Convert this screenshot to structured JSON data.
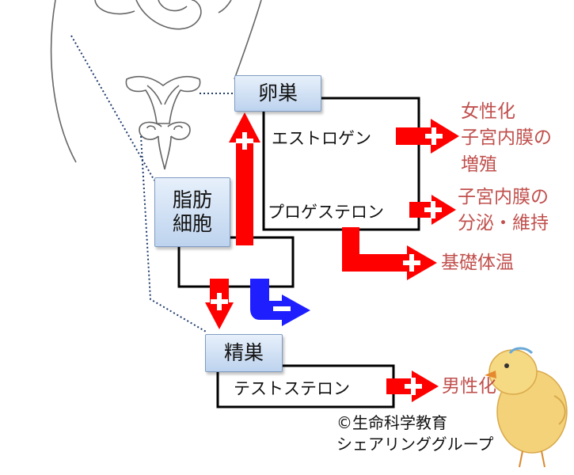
{
  "nodes": {
    "ovary": "卵巣",
    "fat_cell_line1": "脂肪",
    "fat_cell_line2": "細胞",
    "testis": "精巣"
  },
  "hormones": {
    "estrogen": "エストロゲン",
    "progesterone": "プロゲステロン",
    "testosterone": "テストステロン"
  },
  "effects": {
    "estrogen_line1": "女性化",
    "estrogen_line2": "子宮内膜の",
    "estrogen_line3": "増殖",
    "progesterone_line1": "子宮内膜の",
    "progesterone_line2": "分泌・維持",
    "basal_temp": "基礎体温",
    "testosterone": "男性化"
  },
  "credit": {
    "line1": "©生命科学教育",
    "line2": "シェアリンググループ"
  },
  "colors": {
    "promote_arrow": "#ff0000",
    "inhibit_arrow": "#1e1eff",
    "effect_text": "#c0504d",
    "box_fill": "#c9dcf2",
    "box_border": "#7f9cc2"
  }
}
